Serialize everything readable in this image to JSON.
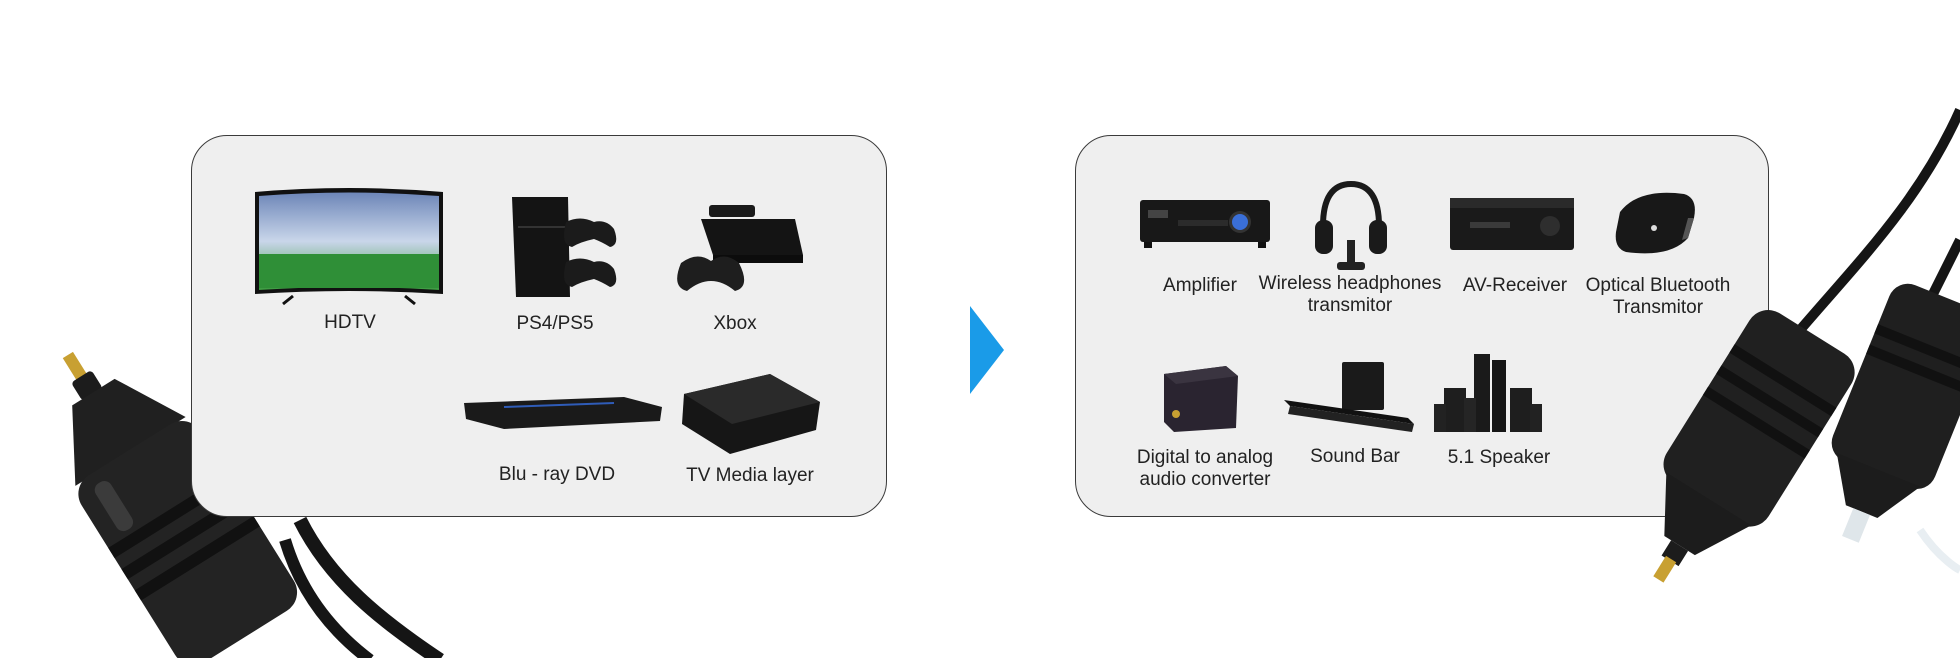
{
  "source_devices": [
    {
      "label": "HDTV"
    },
    {
      "label": "PS4/PS5"
    },
    {
      "label": "Xbox"
    },
    {
      "label": "Blu - ray DVD"
    },
    {
      "label": "TV Media layer"
    }
  ],
  "target_devices": [
    {
      "label": "Amplifier"
    },
    {
      "label": "Wireless headphones transmitor"
    },
    {
      "label": "AV-Receiver"
    },
    {
      "label": "Optical Bluetooth Transmitor"
    },
    {
      "label": "Digital to analog audio converter"
    },
    {
      "label": "Sound Bar"
    },
    {
      "label": "5.1 Speaker"
    }
  ],
  "colors": {
    "arrow": "#1a9be8",
    "panel": "#efefef",
    "cable": "#1a1a1a",
    "plug_tip": "#c8a032"
  },
  "icons": [
    "hdtv-icon",
    "playstation-icon",
    "xbox-icon",
    "bluray-player-icon",
    "media-player-icon",
    "amplifier-icon",
    "headphones-icon",
    "av-receiver-icon",
    "bluetooth-transmitter-icon",
    "dac-converter-icon",
    "soundbar-icon",
    "speaker-system-icon",
    "arrow-right-icon",
    "optical-cable-icon"
  ]
}
